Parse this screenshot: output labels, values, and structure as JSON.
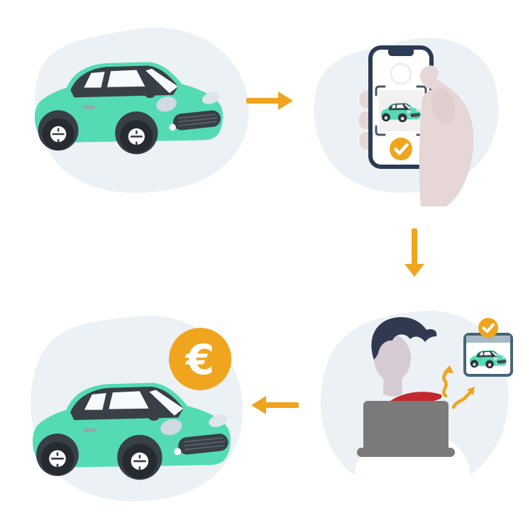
{
  "illustration": {
    "name": "car-selling-process-flow",
    "background_color": "#ffffff",
    "colors": {
      "blob": "#ecf1f5",
      "car_teal": "#54dbb4",
      "charcoal": "#383f47",
      "accent_orange": "#f0a51e",
      "phone_navy": "#2a3b55",
      "hand_skin": "#e6d6d6",
      "face_skin": "#d6cbd2",
      "hair_navy": "#313950",
      "shirt_white": "#ffffff",
      "laptop_gray": "#7a7a7a",
      "red_accent": "#c1272d",
      "window_frame": "#466577",
      "window_header": "#a7bac4",
      "photo_background": "#f1f1f1",
      "headlight": "#cfdae4"
    },
    "steps": [
      {
        "index": 1,
        "name": "car",
        "icon": "car-icon"
      },
      {
        "index": 2,
        "name": "photo-capture",
        "icons": [
          "hand-icon",
          "smartphone-icon",
          "camera-viewfinder-icon",
          "car-photo-icon",
          "check-badge-icon"
        ]
      },
      {
        "index": 3,
        "name": "online-listing-review",
        "icons": [
          "person-icon",
          "laptop-icon",
          "red-document-icon",
          "squiggle-arrow-icons",
          "browser-window-icon",
          "car-photo-icon",
          "check-badge-icon"
        ]
      },
      {
        "index": 4,
        "name": "payment-offer",
        "icons": [
          "car-icon",
          "euro-badge-icon"
        ],
        "currency_symbol": "€"
      }
    ],
    "connectors": [
      {
        "from": 1,
        "to": 2,
        "direction": "right",
        "icon": "arrow-right-icon"
      },
      {
        "from": 2,
        "to": 3,
        "direction": "down",
        "icon": "arrow-down-icon"
      },
      {
        "from": 3,
        "to": 4,
        "direction": "left",
        "icon": "arrow-left-icon"
      }
    ]
  }
}
